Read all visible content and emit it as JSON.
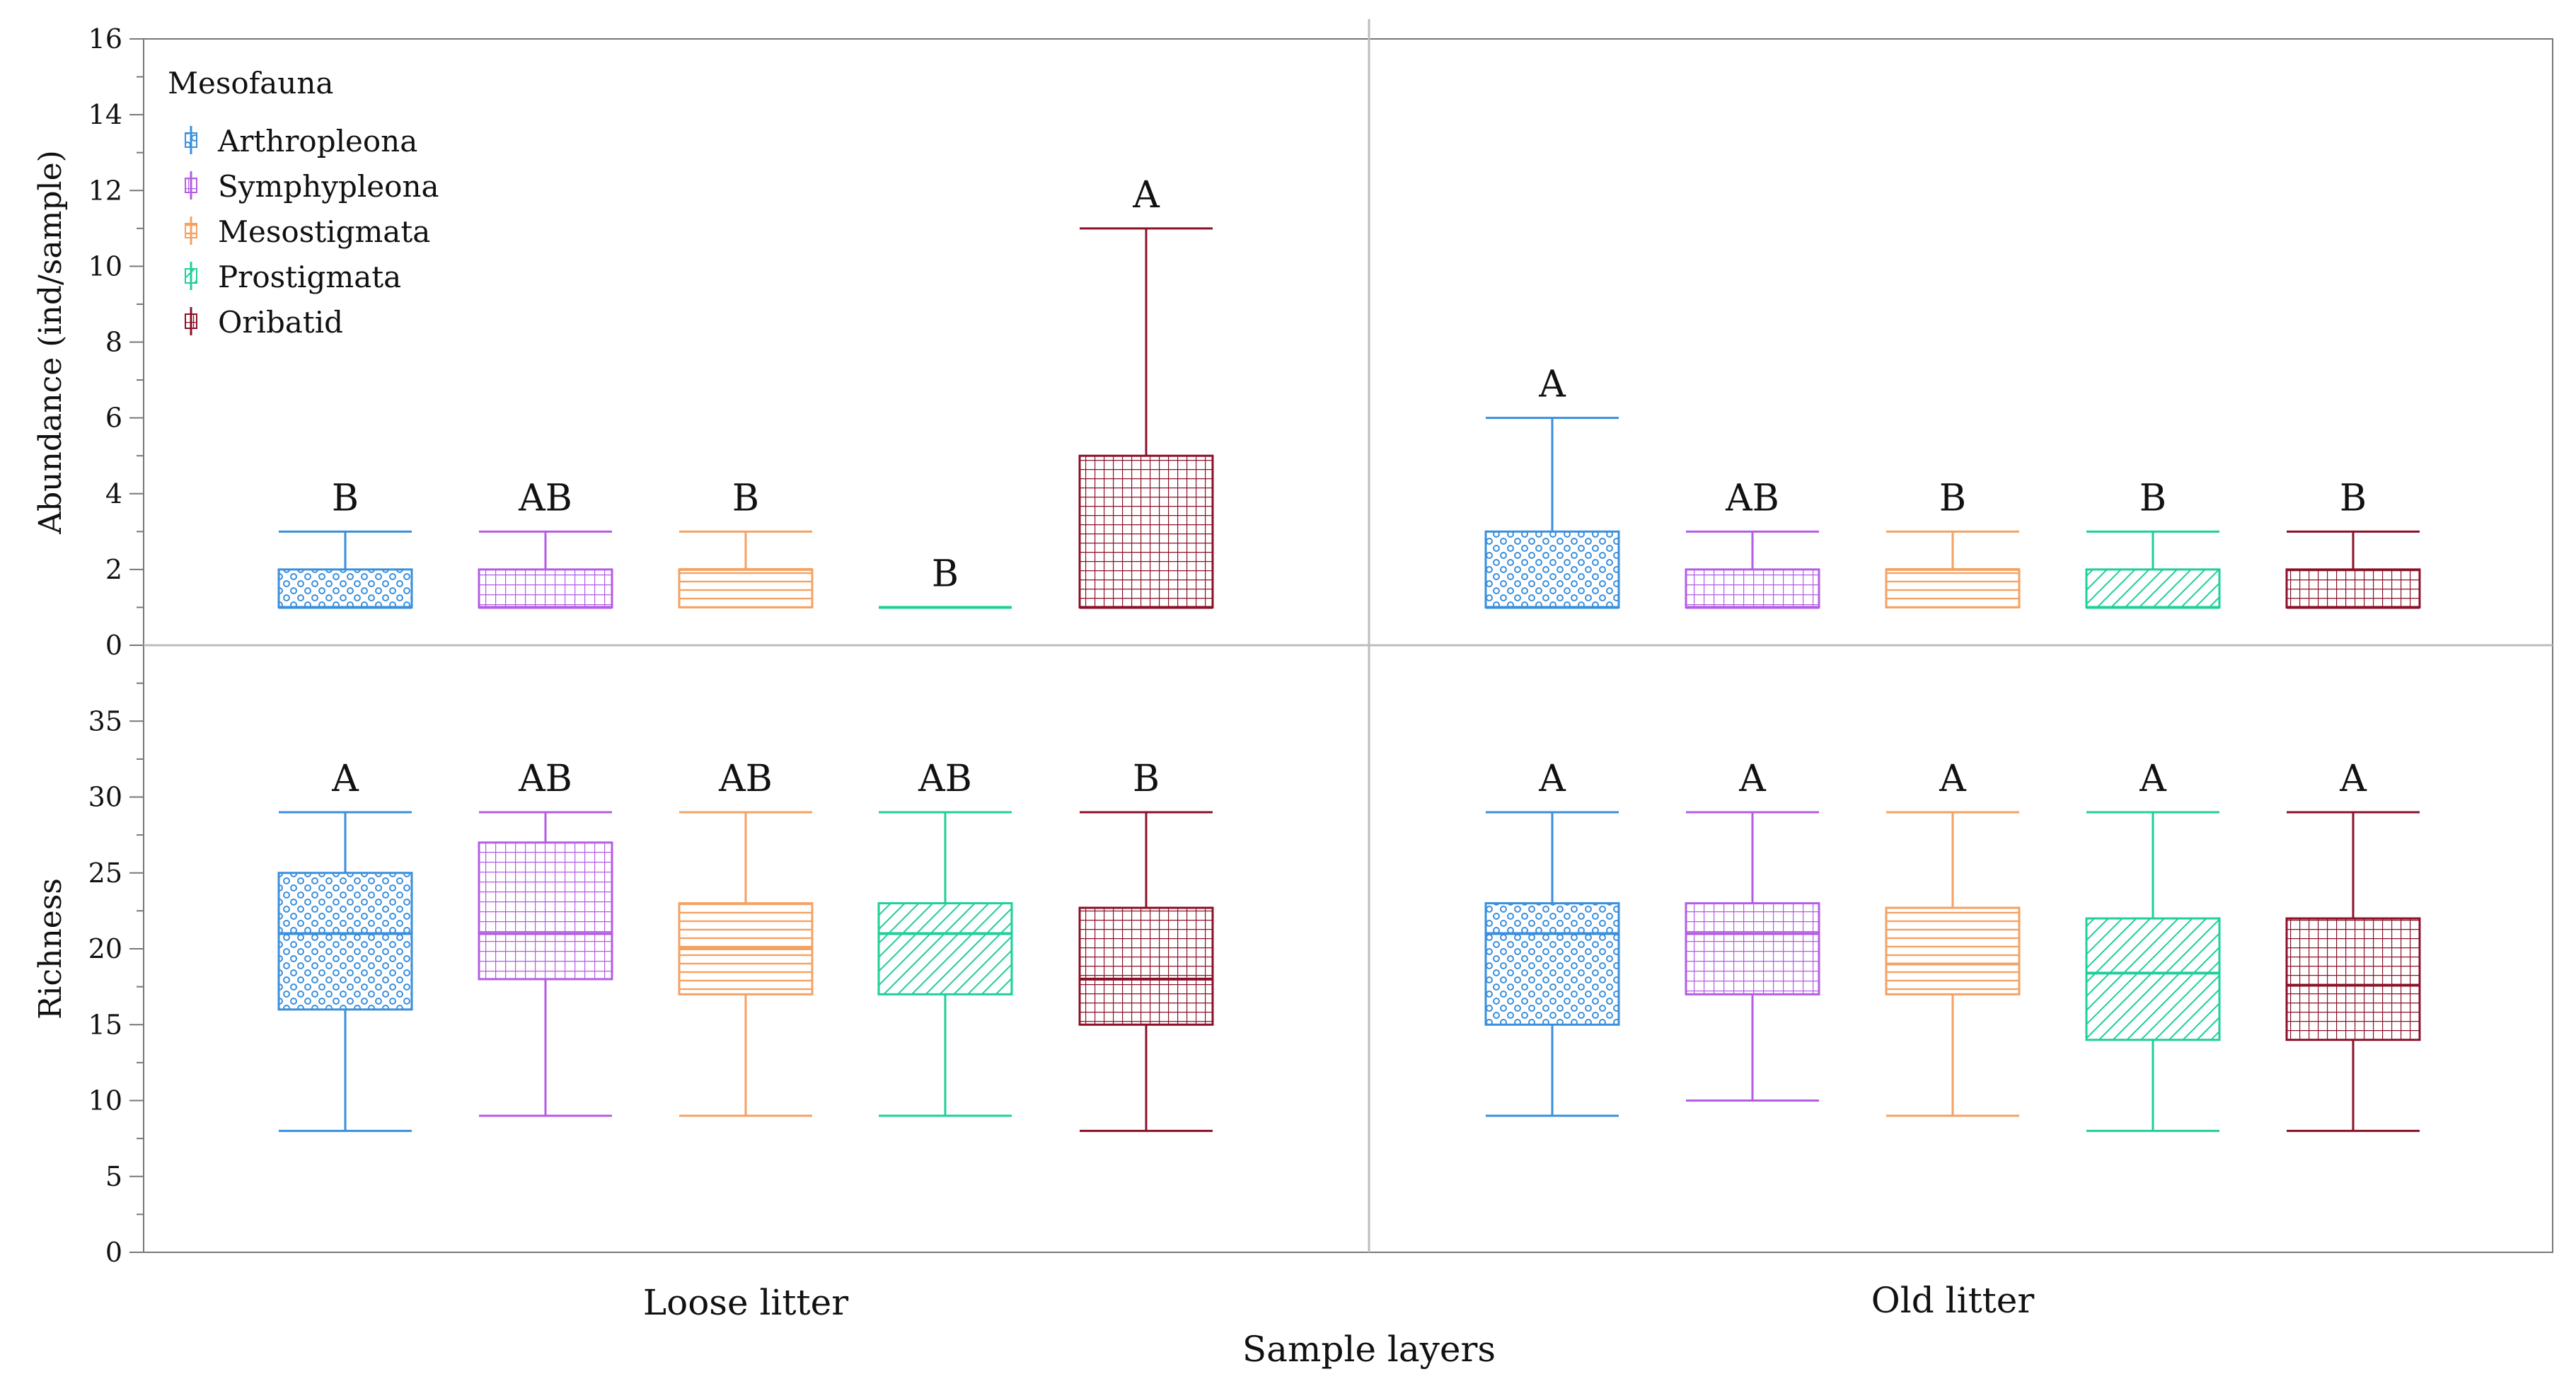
{
  "chart_data": {
    "type": "boxplot",
    "x_title": "Sample layers",
    "groups": [
      "Loose litter",
      "Old litter"
    ],
    "legend": {
      "title": "Mesofauna",
      "placement": "top-left",
      "entries": [
        "Arthropleona",
        "Symphypleona",
        "Mesostigmata",
        "Prostigmata",
        "Oribatid"
      ]
    },
    "series": [
      {
        "name": "Arthropleona",
        "color": "#3a8fdc",
        "pattern": "circles"
      },
      {
        "name": "Symphypleona",
        "color": "#b45ce6",
        "pattern": "grid"
      },
      {
        "name": "Mesostigmata",
        "color": "#f4a263",
        "pattern": "hlines"
      },
      {
        "name": "Prostigmata",
        "color": "#1fcf9a",
        "pattern": "diagonal"
      },
      {
        "name": "Oribatid",
        "color": "#8b1028",
        "pattern": "grid"
      }
    ],
    "panels": [
      {
        "ylabel": "Abundance  (ind/sample)",
        "ylim": [
          0,
          16
        ],
        "yticks": [
          0,
          2,
          4,
          6,
          8,
          10,
          12,
          14,
          16
        ],
        "boxes": [
          {
            "group": "Loose litter",
            "series": "Arthropleona",
            "min": 1,
            "q1": 1,
            "median": 1,
            "q3": 2,
            "max": 3,
            "letter": "B"
          },
          {
            "group": "Loose litter",
            "series": "Symphypleona",
            "min": 1,
            "q1": 1,
            "median": 1,
            "q3": 2,
            "max": 3,
            "letter": "AB"
          },
          {
            "group": "Loose litter",
            "series": "Mesostigmata",
            "min": 1,
            "q1": 1,
            "median": 2,
            "q3": 2,
            "max": 3,
            "letter": "B"
          },
          {
            "group": "Loose litter",
            "series": "Prostigmata",
            "min": 1,
            "q1": 1,
            "median": 1,
            "q3": 1,
            "max": 1,
            "letter": "B"
          },
          {
            "group": "Loose litter",
            "series": "Oribatid",
            "min": 1,
            "q1": 1,
            "median": 1,
            "q3": 5,
            "max": 11,
            "letter": "A"
          },
          {
            "group": "Old litter",
            "series": "Arthropleona",
            "min": 1,
            "q1": 1,
            "median": 1,
            "q3": 3,
            "max": 6,
            "letter": "A"
          },
          {
            "group": "Old litter",
            "series": "Symphypleona",
            "min": 1,
            "q1": 1,
            "median": 1,
            "q3": 2,
            "max": 3,
            "letter": "AB"
          },
          {
            "group": "Old litter",
            "series": "Mesostigmata",
            "min": 1,
            "q1": 1,
            "median": 2,
            "q3": 2,
            "max": 3,
            "letter": "B"
          },
          {
            "group": "Old litter",
            "series": "Prostigmata",
            "min": 1,
            "q1": 1,
            "median": 1,
            "q3": 2,
            "max": 3,
            "letter": "B"
          },
          {
            "group": "Old litter",
            "series": "Oribatid",
            "min": 1,
            "q1": 1,
            "median": 1,
            "q3": 2,
            "max": 3,
            "letter": "B"
          }
        ]
      },
      {
        "ylabel": "Richness",
        "ylim": [
          0,
          40
        ],
        "yticks": [
          0,
          5,
          10,
          15,
          20,
          25,
          30,
          35
        ],
        "boxes": [
          {
            "group": "Loose litter",
            "series": "Arthropleona",
            "min": 8,
            "q1": 16,
            "median": 21,
            "q3": 25,
            "max": 29,
            "letter": "A"
          },
          {
            "group": "Loose litter",
            "series": "Symphypleona",
            "min": 9,
            "q1": 18,
            "median": 21,
            "q3": 27,
            "max": 29,
            "letter": "AB"
          },
          {
            "group": "Loose litter",
            "series": "Mesostigmata",
            "min": 9,
            "q1": 17,
            "median": 20,
            "q3": 23,
            "max": 29,
            "letter": "AB"
          },
          {
            "group": "Loose litter",
            "series": "Prostigmata",
            "min": 9,
            "q1": 17,
            "median": 21,
            "q3": 23,
            "max": 29,
            "letter": "AB"
          },
          {
            "group": "Loose litter",
            "series": "Oribatid",
            "min": 8,
            "q1": 15,
            "median": 18,
            "q3": 22.7,
            "max": 29,
            "letter": "B"
          },
          {
            "group": "Old litter",
            "series": "Arthropleona",
            "min": 9,
            "q1": 15,
            "median": 21,
            "q3": 23,
            "max": 29,
            "letter": "A"
          },
          {
            "group": "Old litter",
            "series": "Symphypleona",
            "min": 10,
            "q1": 17,
            "median": 21,
            "q3": 23,
            "max": 29,
            "letter": "A"
          },
          {
            "group": "Old litter",
            "series": "Mesostigmata",
            "min": 9,
            "q1": 17,
            "median": 19,
            "q3": 22.7,
            "max": 29,
            "letter": "A"
          },
          {
            "group": "Old litter",
            "series": "Prostigmata",
            "min": 8,
            "q1": 14,
            "median": 18.4,
            "q3": 22,
            "max": 29,
            "letter": "A"
          },
          {
            "group": "Old litter",
            "series": "Oribatid",
            "min": 8,
            "q1": 14,
            "median": 17.6,
            "q3": 22,
            "max": 29,
            "letter": "A"
          }
        ]
      }
    ]
  }
}
